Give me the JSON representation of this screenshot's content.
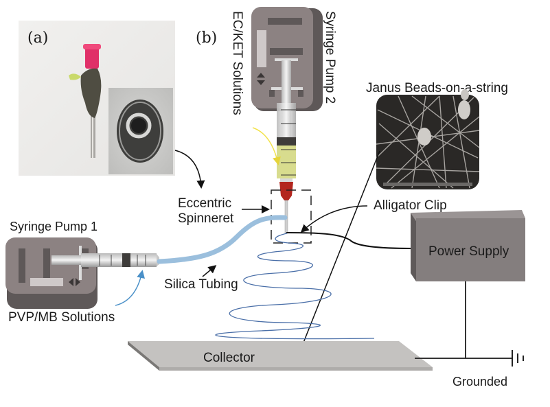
{
  "figure": {
    "panel_a_label": "(a)",
    "panel_b_label": "(b)",
    "labels": {
      "syringe_pump_2": "Syringe Pump 2",
      "ec_ket_solutions": "EC/KET Solutions",
      "janus_beads": "Janus Beads-on-a-string",
      "eccentric_spinneret_line1": "Eccentric",
      "eccentric_spinneret_line2": "Spinneret",
      "alligator_clip": "Alligator Clip",
      "syringe_pump_1": "Syringe Pump 1",
      "silica_tubing": "Silica Tubing",
      "pvp_mb_solutions": "PVP/MB Solutions",
      "power_supply": "Power Supply",
      "collector": "Collector",
      "grounded": "Grounded"
    },
    "colors": {
      "pump_body": "#8c8282",
      "pump_dark": "#5e5858",
      "tubing": "#9bbfdd",
      "jet": "#4a6fa8",
      "ec_ket_fluid": "#d8dc8e",
      "arrow_yellow": "#f2e24a",
      "arrow_blue": "#4a90c8",
      "needle_hub": "#b3261e",
      "collector": "#c4c2c0",
      "power_supply": "#847e7e"
    }
  }
}
